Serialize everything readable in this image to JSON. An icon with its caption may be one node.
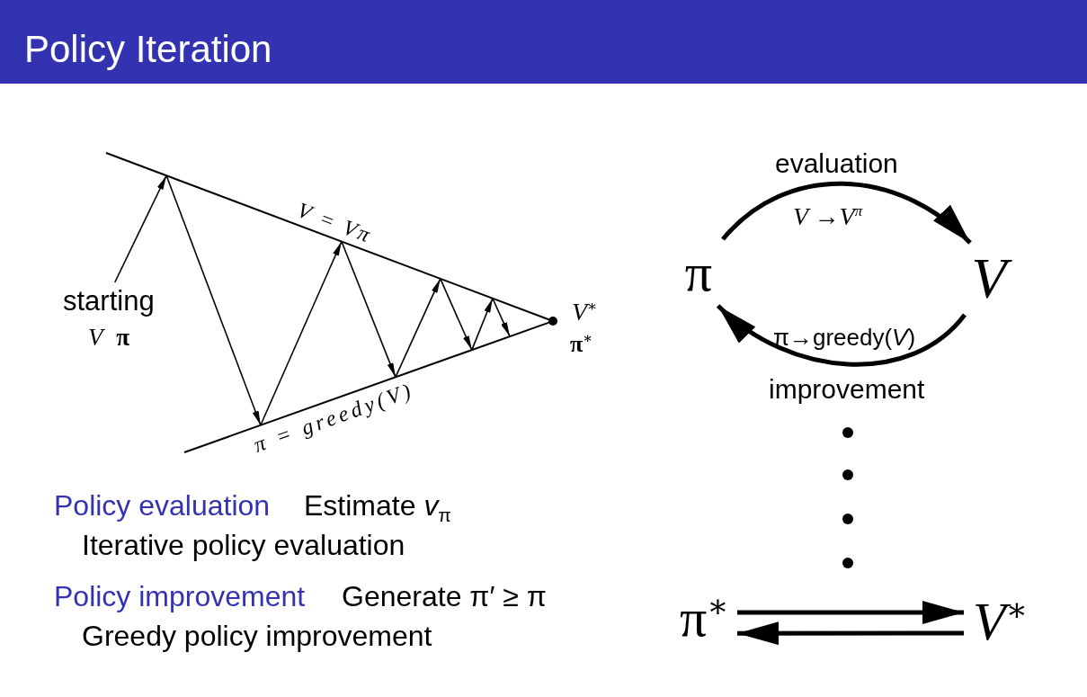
{
  "diagram": {
    "title": "Policy Iteration",
    "nodes": [
      {
        "text": [
          "V = Vπ"
        ]
      },
      {
        "text": [
          "starting",
          "*V* **π**"
        ]
      },
      {
        "text": [
          "π = greedy(V)"
        ]
      },
      {
        "text": [],
        "shape": "circle",
        "beside": [
          "V$^{∗}$",
          "π$^{∗}$"
        ]
      },
      {
        "text": [
          "π"
        ]
      },
      {
        "text": [
          "V"
        ]
      },
      {
        "text": [
          "π$^{∗}$"
        ]
      },
      {
        "text": [
          "V$^{∗}$"
        ]
      }
    ],
    "edges": [
      {
        "from": 1,
        "to": 0,
        "arrow": "to"
      },
      {
        "from": 0,
        "to": 2,
        "arrow": "to"
      },
      {
        "from": 2,
        "to": 0,
        "arrow": "to"
      },
      {
        "from": 0,
        "to": 2,
        "arrow": "to"
      },
      {
        "from": 2,
        "to": 0,
        "arrow": "to"
      },
      {
        "from": 0,
        "to": 2,
        "arrow": "to"
      },
      {
        "from": 2,
        "to": 0,
        "arrow": "to"
      },
      {
        "from": 0,
        "to": 2,
        "arrow": "to"
      },
      {
        "from": 4,
        "to": 5,
        "arrow": "to",
        "label": "evaluation",
        "style": "thick"
      },
      {
        "from": 5,
        "to": 4,
        "arrow": "to",
        "label": "improvement",
        "style": "thick"
      },
      {
        "from": 6,
        "to": 7,
        "arrow": "to",
        "style": "thick"
      },
      {
        "from": 7,
        "to": 6,
        "arrow": "to",
        "style": "thick"
      }
    ],
    "labels": [
      "V →V$^{π}$",
      "π→greedy(*V*)",
      "Policy evaluation",
      "Estimate *v*$_{π}$",
      "Iterative policy evaluation",
      "Policy improvement",
      "Generate π′ ≥ π",
      "Greedy policy improvement"
    ]
  }
}
